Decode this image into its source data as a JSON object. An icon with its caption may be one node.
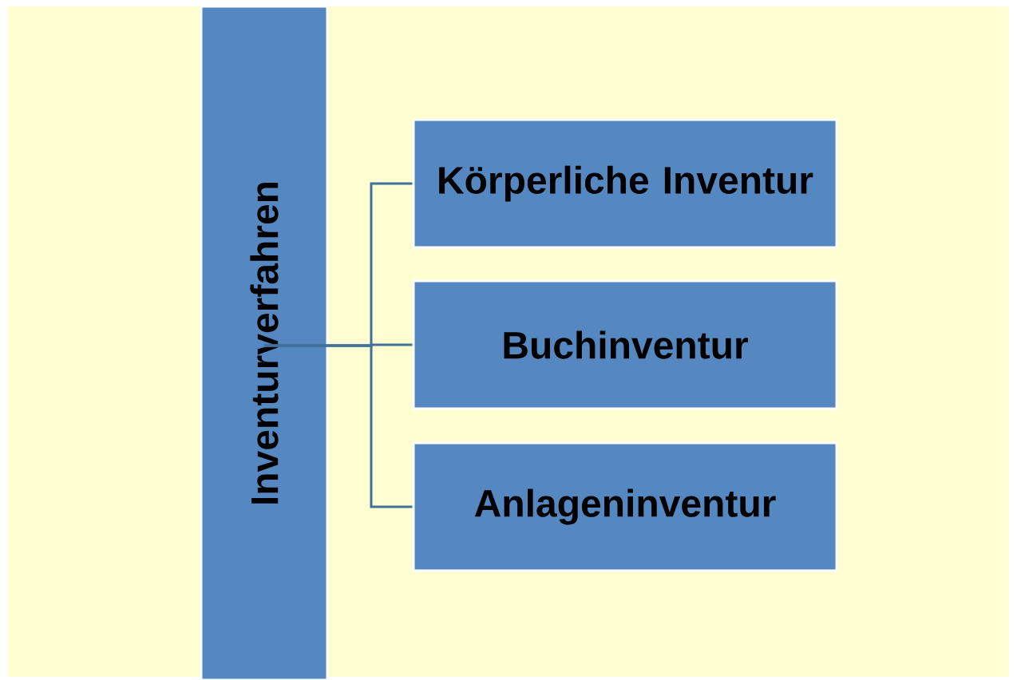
{
  "diagram": {
    "nodes": [
      {
        "text": [
          "Inventurverfahren"
        ]
      },
      {
        "text": [
          "Körperliche Inventur"
        ]
      },
      {
        "text": [
          "Buchinventur"
        ]
      },
      {
        "text": [
          "Anlageninventur"
        ]
      }
    ],
    "edges": [
      {
        "from": 0,
        "to": 1,
        "arrow": "none"
      },
      {
        "from": 0,
        "to": 2,
        "arrow": "none"
      },
      {
        "from": 0,
        "to": 3,
        "arrow": "none"
      }
    ]
  }
}
